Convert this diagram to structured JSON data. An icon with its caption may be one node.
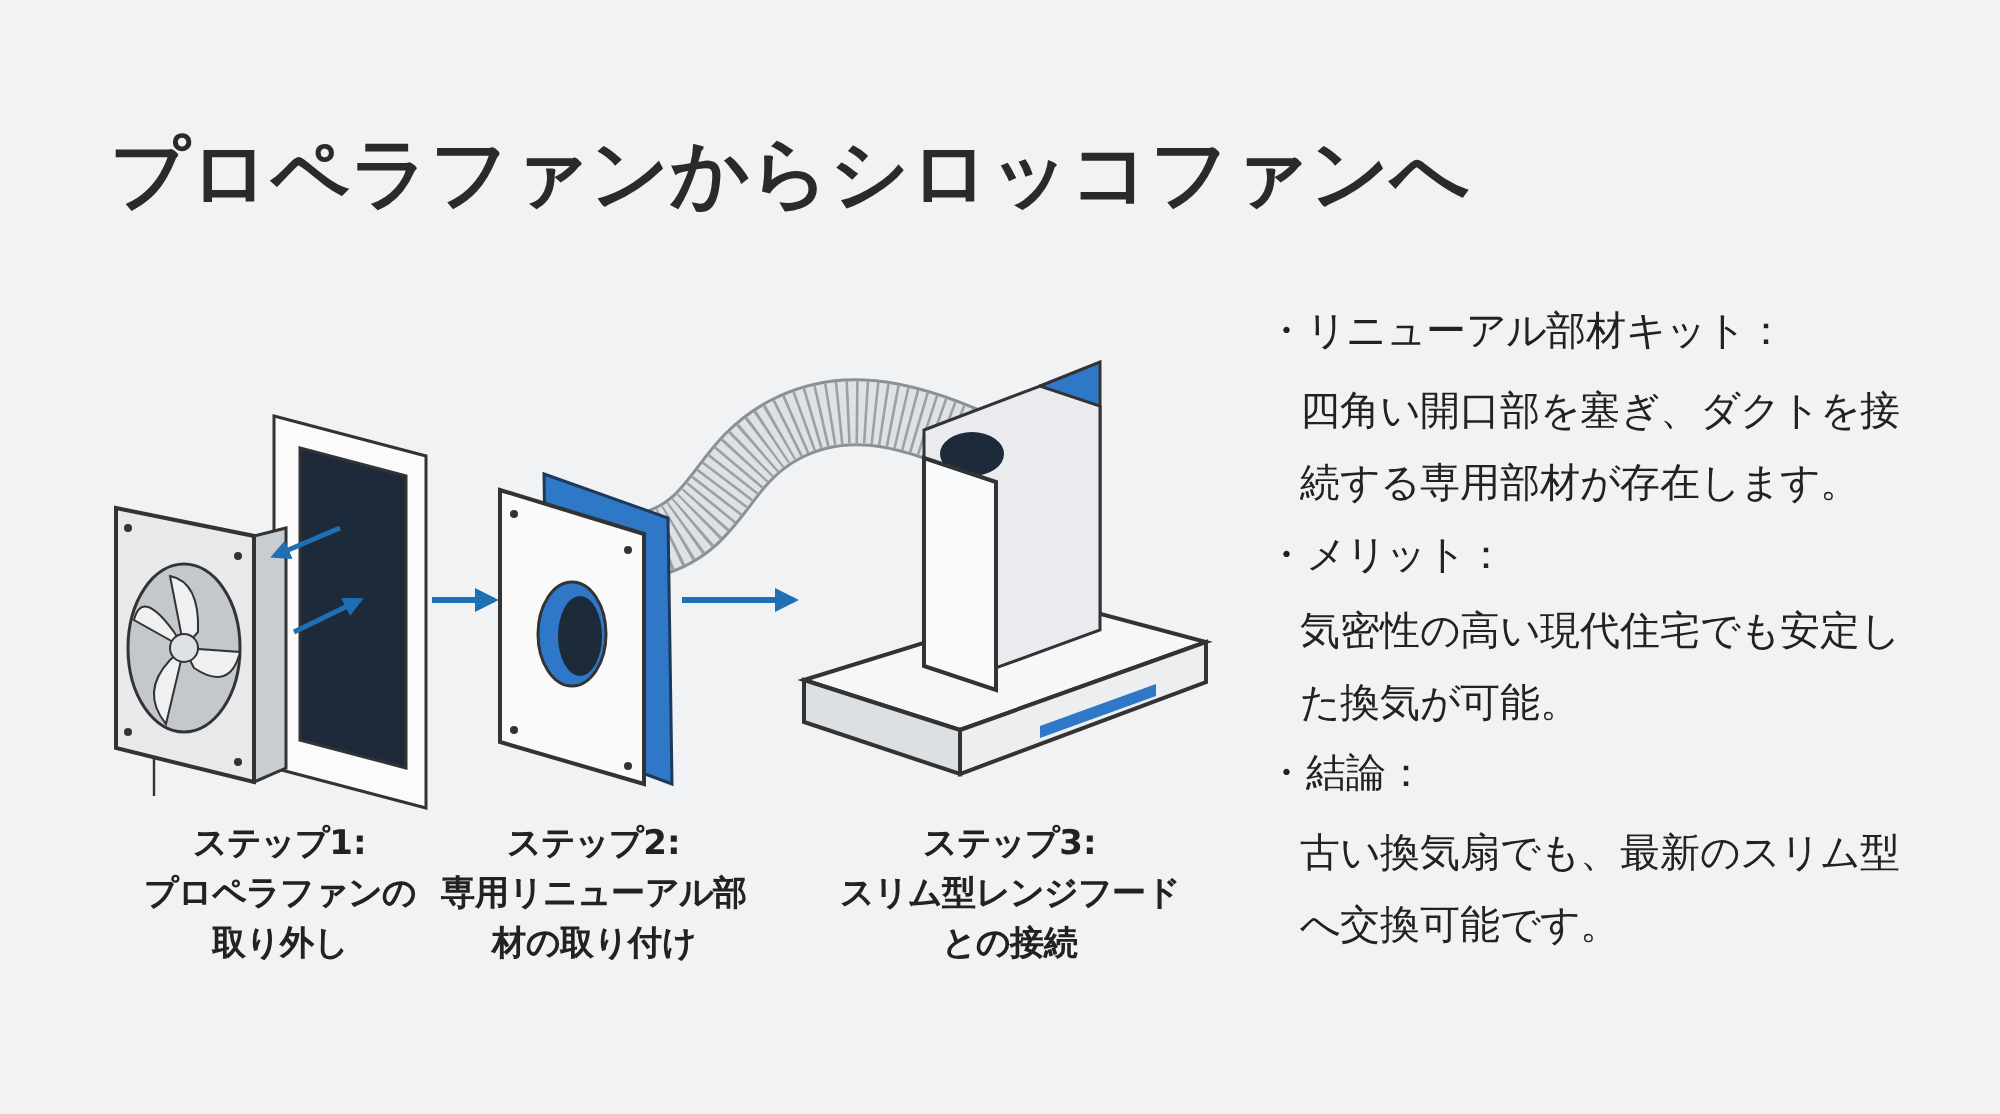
{
  "diagram": {
    "title": "プロペラファンからシロッコファンへ",
    "nodes": [
      {
        "text": [],
        "shape": "picture",
        "beside": [
          "ステップ1:",
          "プロペラファンの取り外し"
        ]
      },
      {
        "text": [],
        "shape": "picture",
        "beside": [
          "ステップ2:",
          "専用リニューアル部材の取り付け"
        ]
      },
      {
        "text": [],
        "shape": "picture",
        "beside": [
          "ステップ3:",
          "スリム型レンジフードとの接続"
        ]
      }
    ],
    "edges": [
      {
        "from": 0,
        "to": 1,
        "arrow": "to"
      },
      {
        "from": 1,
        "to": 2,
        "arrow": "to"
      }
    ],
    "labels": [
      "・リニューアル部材キット：",
      "四角い開口部を塞ぎ、ダクトを接続する専用部材が存在します。",
      "・メリット：",
      "気密性の高い現代住宅でも安定した換気が可能。",
      "・結論：",
      "古い換気扇でも、最新のスリム型へ交換可能です。"
    ]
  }
}
